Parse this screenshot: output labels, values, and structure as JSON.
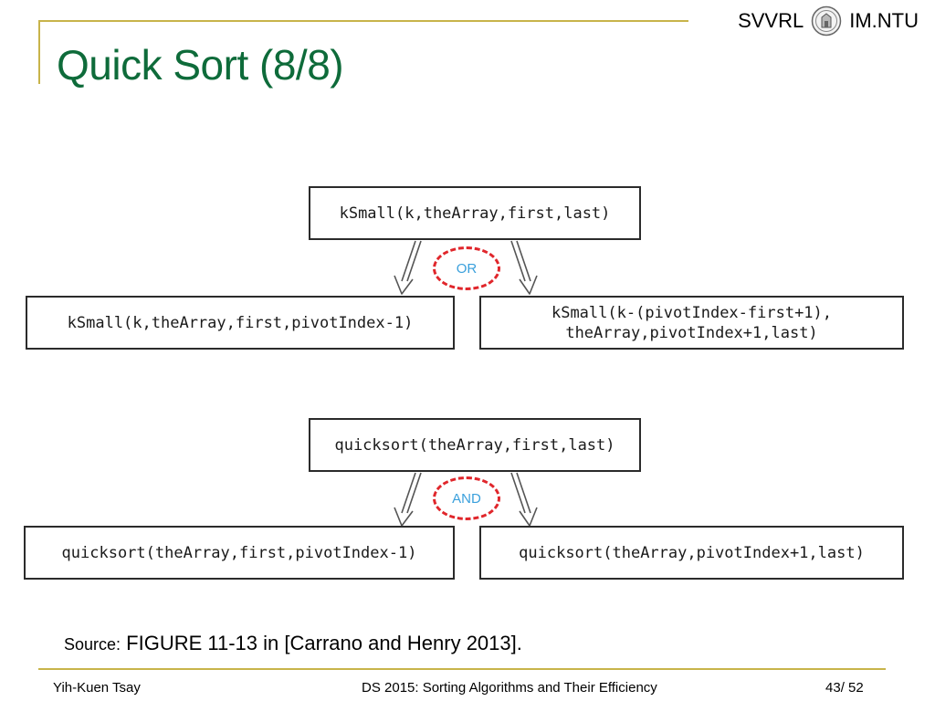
{
  "header": {
    "brand_left": "SVVRL",
    "brand_right": "IM.NTU",
    "title": "Quick Sort (8/8)"
  },
  "diagram": {
    "ksmall": {
      "top": "kSmall(k,theArray,first,last)",
      "connector": "OR",
      "left": "kSmall(k,theArray,first,pivotIndex-1)",
      "right_line1": "kSmall(k-(pivotIndex-first+1),",
      "right_line2": "theArray,pivotIndex+1,last)"
    },
    "quicksort": {
      "top": "quicksort(theArray,first,last)",
      "connector": "AND",
      "left": "quicksort(theArray,first,pivotIndex-1)",
      "right": "quicksort(theArray,pivotIndex+1,last)"
    }
  },
  "source": {
    "label": "Source:",
    "text": "FIGURE 11-13 in [Carrano and Henry 2013]."
  },
  "footer": {
    "author": "Yih-Kuen Tsay",
    "course": "DS 2015: Sorting Algorithms and Their Efficiency",
    "page": "43",
    "separator": "/",
    "total": "52"
  },
  "colors": {
    "title": "#0e6b3a",
    "rule": "#c8b44a",
    "dashed_oval": "#e0262b",
    "connector_text": "#3aa0dc"
  }
}
